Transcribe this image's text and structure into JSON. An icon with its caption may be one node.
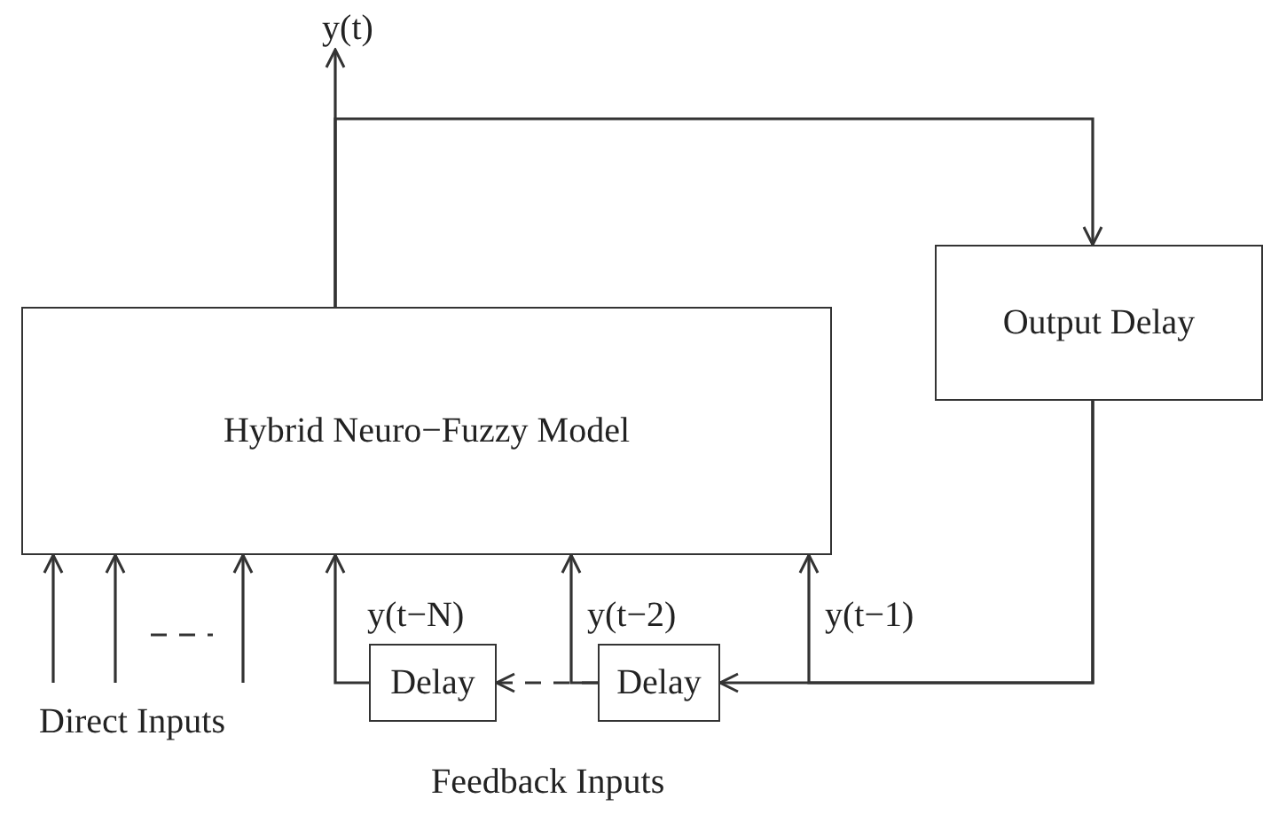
{
  "diagram": {
    "nodes": [
      {
        "text": [
          "Hybrid Neuro−Fuzzy Model"
        ]
      },
      {
        "text": [
          "Output Delay"
        ]
      },
      {
        "text": [
          "y(t)"
        ]
      },
      {
        "text": [
          "Delay"
        ]
      },
      {
        "text": [
          "Delay"
        ]
      }
    ],
    "edges": [
      {
        "from": 0,
        "to": 2,
        "arrow": "to"
      },
      {
        "from": 0,
        "to": 1,
        "arrow": "to"
      },
      {
        "from": 1,
        "to": 4,
        "arrow": "to"
      },
      {
        "from": 1,
        "to": 0,
        "arrow": "to",
        "label": "y(t−1)"
      },
      {
        "from": 4,
        "to": 3,
        "arrow": "to",
        "style": "dashed"
      },
      {
        "from": 4,
        "to": 0,
        "arrow": "to",
        "label": "y(t−2)"
      },
      {
        "from": 3,
        "to": 0,
        "arrow": "to",
        "label": "y(t−N)"
      },
      {
        "from": null,
        "to": 0,
        "arrow": "to"
      },
      {
        "from": null,
        "to": 0,
        "arrow": "to"
      },
      {
        "from": null,
        "to": 0,
        "arrow": "to"
      }
    ],
    "labels": [
      "Direct Inputs",
      "Feedback Inputs"
    ]
  }
}
